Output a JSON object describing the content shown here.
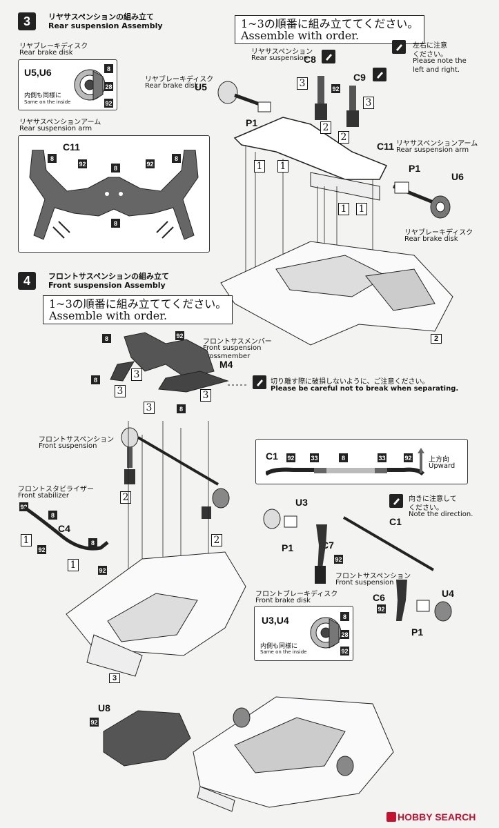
{
  "step3": {
    "number": "3",
    "title_jp": "リヤサスペンションの組み立て",
    "title_en": "Rear suspension Assembly",
    "order_jp": "1~3の順番に組み立ててください。",
    "order_en": "Assemble with order.",
    "brake_disk_jp": "リヤブレーキディスク",
    "brake_disk_en": "Rear brake disk",
    "parts_u5u6": "U5,U6",
    "inside_jp": "内側も同様に",
    "inside_en": "Same on the inside",
    "arm_jp": "リヤサスペンションアーム",
    "arm_en": "Rear suspension arm",
    "c11": "C11",
    "susp_jp": "リヤサスペンション",
    "susp_en": "Rear suspension",
    "c8": "C8",
    "c9": "C9",
    "u5": "U5",
    "u6": "U6",
    "p1": "P1",
    "note_jp": "左右に注意",
    "note_jp2": "ください。",
    "note_en": "Please note the",
    "note_en2": "left and right.",
    "arm_right_jp": "リヤサスペンションアーム",
    "arm_right_en": "Rear suspension arm",
    "disk_right_jp": "リヤブレーキディスク",
    "disk_right_en": "Rear brake disk",
    "part_ref": "2"
  },
  "step4": {
    "number": "4",
    "title_jp": "フロントサスペンションの組み立て",
    "title_en": "Front suspension Assembly",
    "order_jp": "1~3の順番に組み立ててください。",
    "order_en": "Assemble with order.",
    "member_jp": "フロントサスメンバー",
    "member_en1": "Front suspension",
    "member_en2": "crossmember",
    "m4": "M4",
    "careful_jp": "切り離す際に破損しないように、ご注意ください。",
    "careful_en": "Please be careful not to break when separating.",
    "susp_jp": "フロントサスペンション",
    "susp_en": "Front suspension",
    "stab_jp": "フロントスタビライザー",
    "stab_en": "Front stabilizer",
    "c4": "C4",
    "c1": "C1",
    "upward_jp": "上方向",
    "upward_en": "Upward",
    "u3": "U3",
    "u4": "U4",
    "c7": "C7",
    "c6": "C6",
    "p1": "P1",
    "dir_jp": "向きに注意して",
    "dir_jp2": "ください。",
    "dir_en": "Note the direction.",
    "susp2_jp": "フロントサスペンション",
    "susp2_en": "Front suspension",
    "disk_jp": "フロントブレーキディスク",
    "disk_en": "Front brake disk",
    "parts_u3u4": "U3,U4",
    "inside_jp": "内側も同様に",
    "inside_en": "Same on the inside",
    "part_ref": "3",
    "u8": "U8"
  },
  "badges": {
    "b8": "8",
    "b28": "28",
    "b92": "92",
    "b33": "33"
  },
  "order_marks": {
    "one": "1",
    "two": "2",
    "three": "3"
  },
  "footer": {
    "brand": "HOBBY SEARCH"
  }
}
